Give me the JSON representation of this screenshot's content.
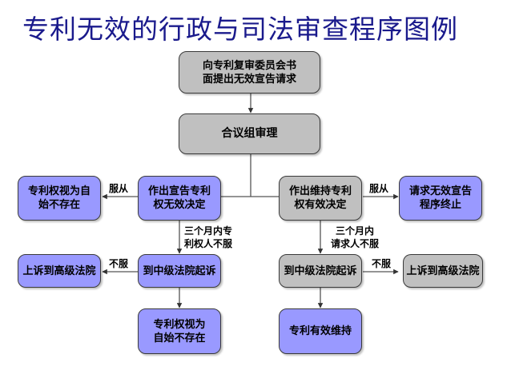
{
  "title": "专利无效的行政与司法审查程序图例",
  "colors": {
    "title": "#1a1a8c",
    "gray_box": "#c0c0c0",
    "blue_box": "#9999ff"
  },
  "nodes": {
    "request": "向专利复审委员会书面提出无效宣告请求",
    "request_line1": "向专利复审委员会书",
    "request_line2": "面提出无效宣告请求",
    "collegial_review": "合议组审理",
    "invalid_decision_line1": "作出宣告专利",
    "invalid_decision_line2": "权无效决定",
    "valid_decision_line1": "作出维持专利",
    "valid_decision_line2": "权有效决定",
    "void_ab_initio_left_line1": "专利权视为自",
    "void_ab_initio_left_line2": "始不存在",
    "terminated_line1": "请求无效宣告",
    "terminated_line2": "程序终止",
    "left_intermediate_court": "到中级法院起诉",
    "right_intermediate_court": "到中级法院起诉",
    "left_high_court": "上诉到高级法院",
    "right_high_court": "上诉到高级法院",
    "void_ab_initio_bottom_line1": "专利权视为",
    "void_ab_initio_bottom_line2": "自始不存在",
    "patent_upheld": "专利有效维持"
  },
  "edge_labels": {
    "comply_left": "服从",
    "comply_right": "服从",
    "patentee_appeal_line1": "三个月内专",
    "patentee_appeal_line2": "利权人不服",
    "requester_appeal_line1": "三个月内",
    "requester_appeal_line2": "请求人不服",
    "disagree_left": "不服",
    "disagree_right": "不服"
  }
}
